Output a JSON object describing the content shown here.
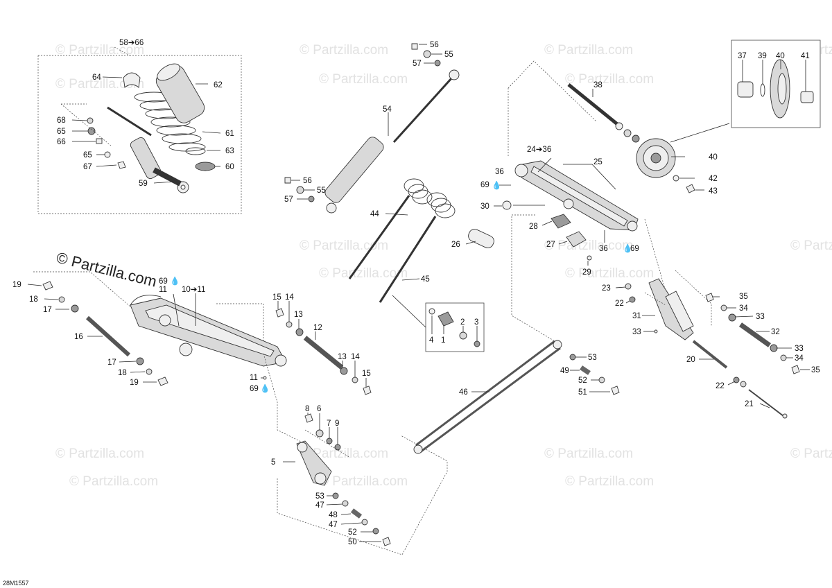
{
  "watermarks": {
    "small": "© Partzilla.com",
    "big": "© Partzilla.com"
  },
  "drawing_code": "28M1557",
  "callouts": {
    "c58_66": "58➔66",
    "c62": "62",
    "c64": "64",
    "c61": "61",
    "c63": "63",
    "c60": "60",
    "c59": "59",
    "c68": "68",
    "c65a": "65",
    "c66": "66",
    "c65b": "65",
    "c67": "67",
    "c56a": "56",
    "c55a": "55",
    "c57a": "57",
    "c54": "54",
    "c56b": "56",
    "c55b": "55",
    "c57b": "57",
    "c44": "44",
    "c26": "26",
    "c45": "45",
    "c38": "38",
    "c24_36": "24➔36",
    "c25": "25",
    "c36a": "36",
    "c69a": "69",
    "c30": "30",
    "c28": "28",
    "c27": "27",
    "c36b": "36",
    "c69b": "69",
    "c29": "29",
    "c40a": "40",
    "c42": "42",
    "c43": "43",
    "c37": "37",
    "c39": "39",
    "c40b": "40",
    "c41": "41",
    "c19a": "19",
    "c18a": "18",
    "c17a": "17",
    "c16": "16",
    "c17b": "17",
    "c18b": "18",
    "c19b": "19",
    "c69c": "69",
    "c11a": "11",
    "c10_11": "10➔11",
    "c11b": "11",
    "c69d": "69",
    "c15a": "15",
    "c14a": "14",
    "c13a": "13",
    "c12": "12",
    "c13b": "13",
    "c14b": "14",
    "c15b": "15",
    "c4": "4",
    "c1": "1",
    "c2": "2",
    "c3": "3",
    "c8": "8",
    "c6": "6",
    "c7": "7",
    "c9": "9",
    "c5": "5",
    "c53a": "53",
    "c47a": "47",
    "c48": "48",
    "c47b": "47",
    "c52a": "52",
    "c50": "50",
    "c46": "46",
    "c53b": "53",
    "c49": "49",
    "c52b": "52",
    "c51": "51",
    "c23": "23",
    "c22a": "22",
    "c31": "31",
    "c33a": "33",
    "c20": "20",
    "c22b": "22",
    "c21": "21",
    "c35a": "35",
    "c34a": "34",
    "c33b": "33",
    "c32": "32",
    "c33c": "33",
    "c34b": "34",
    "c35b": "35"
  },
  "icons": {
    "drop": "oil-drop-icon",
    "arrow": "right-arrow-icon"
  }
}
